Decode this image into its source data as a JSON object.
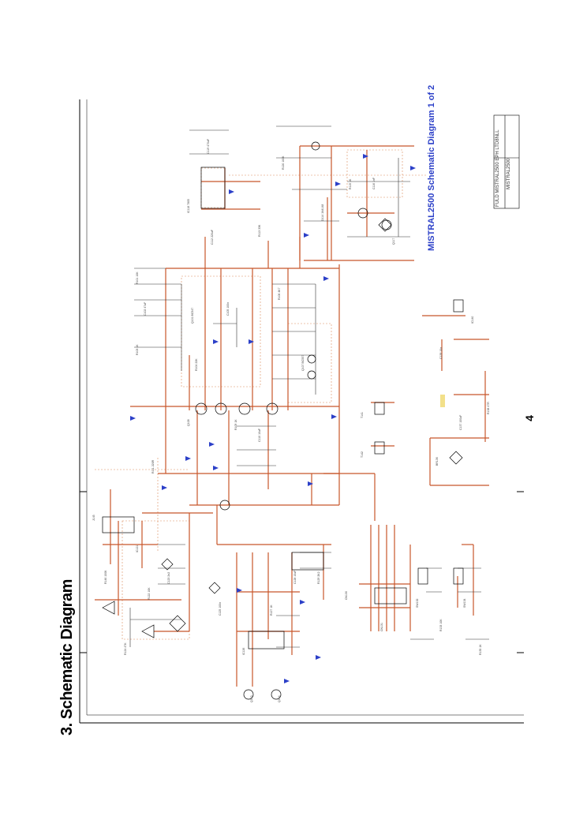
{
  "page": {
    "heading": "3. Schematic Diagram",
    "diagram_title": "MISTRAL2500 Schematic Diagram 1 of 2",
    "page_number": "4"
  },
  "title_block": {
    "project": "FULD MISTRAL2500 EPH LTD8NLL",
    "model": "MISTRAL2500"
  },
  "colors": {
    "wire": "#c8562a",
    "border": "#000000",
    "title": "#2c40c8",
    "dashed": "#d98a5a"
  }
}
